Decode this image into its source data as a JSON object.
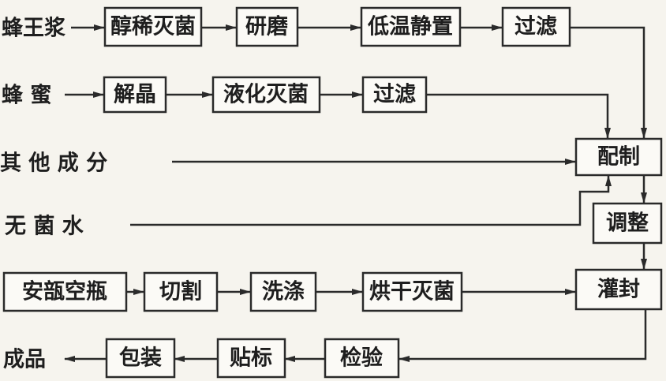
{
  "inputs": {
    "royal_jelly": "蜂王浆",
    "honey": "蜂 蜜",
    "other": "其 他 成 分",
    "water": "无 菌 水",
    "product": "成品"
  },
  "row1": [
    "醇稀灭菌",
    "研磨",
    "低温静置",
    "过滤"
  ],
  "row2": [
    "解晶",
    "液化灭菌",
    "过滤"
  ],
  "main": [
    "配制",
    "调整",
    "灌封"
  ],
  "row5": [
    "安瓿空瓶",
    "切割",
    "洗涤",
    "烘干灭菌"
  ],
  "row6": [
    "检验",
    "贴标",
    "包装"
  ]
}
